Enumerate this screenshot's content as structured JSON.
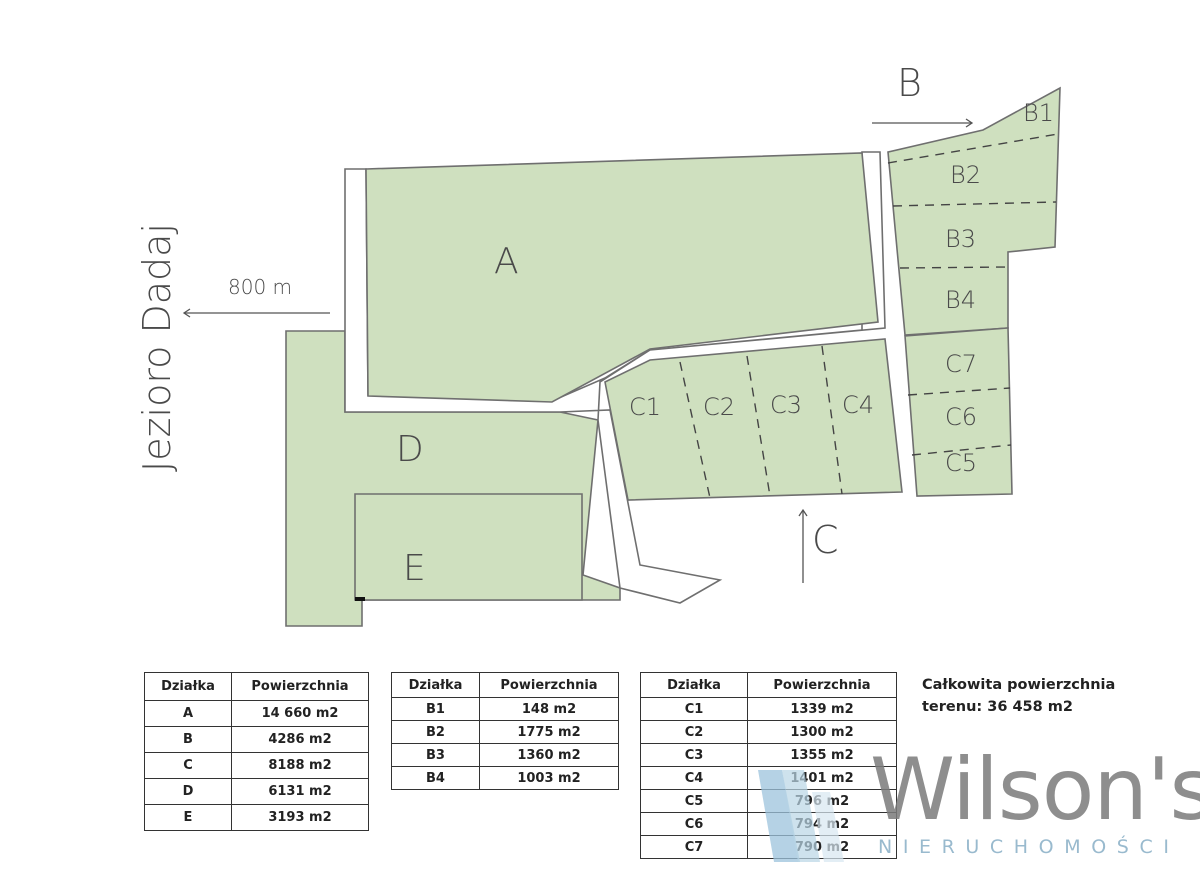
{
  "map": {
    "lake_label": "Jezioro Dadaj",
    "distance_label": "800 m",
    "parcels": {
      "A": "A",
      "B1": "B1",
      "B2": "B2",
      "B3": "B3",
      "B4": "B4",
      "C1": "C1",
      "C2": "C2",
      "C3": "C3",
      "C4": "C4",
      "C5": "C5",
      "C6": "C6",
      "C7": "C7",
      "D": "D",
      "E": "E"
    },
    "arrow_labels": {
      "b": "B",
      "c": "C"
    },
    "colors": {
      "parcel_fill": "#cfe0bf",
      "outline": "#6f6f6f"
    }
  },
  "tables": [
    {
      "headers": [
        "Działka",
        "Powierzchnia"
      ],
      "rows": [
        [
          "A",
          "14 660 m2"
        ],
        [
          "B",
          "4286 m2"
        ],
        [
          "C",
          "8188 m2"
        ],
        [
          "D",
          "6131 m2"
        ],
        [
          "E",
          "3193 m2"
        ]
      ]
    },
    {
      "headers": [
        "Działka",
        "Powierzchnia"
      ],
      "rows": [
        [
          "B1",
          "148 m2"
        ],
        [
          "B2",
          "1775 m2"
        ],
        [
          "B3",
          "1360 m2"
        ],
        [
          "B4",
          "1003 m2"
        ]
      ]
    },
    {
      "headers": [
        "Działka",
        "Powierzchnia"
      ],
      "rows": [
        [
          "C1",
          "1339 m2"
        ],
        [
          "C2",
          "1300 m2"
        ],
        [
          "C3",
          "1355 m2"
        ],
        [
          "C4",
          "1401 m2"
        ],
        [
          "C5",
          "796 m2"
        ],
        [
          "C6",
          "794 m2"
        ],
        [
          "C7",
          "790 m2"
        ]
      ]
    }
  ],
  "total": {
    "line1": "Całkowita powierzchnia",
    "line2": "terenu: 36 458 m2"
  },
  "logo": {
    "name": "Wilson's",
    "tagline": "NIERUCHOMOŚCI"
  }
}
